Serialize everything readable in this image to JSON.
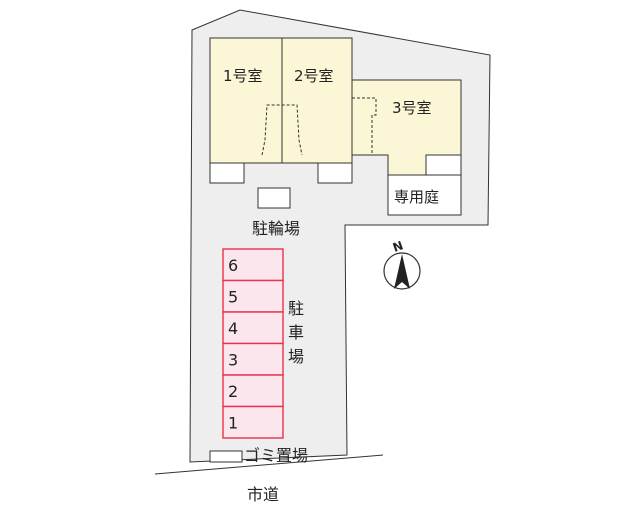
{
  "units": [
    {
      "label": "1号室"
    },
    {
      "label": "2号室"
    },
    {
      "label": "3号室"
    }
  ],
  "private_garden": "専用庭",
  "bicycle_parking": "駐輪場",
  "car_parking": {
    "label": "駐車場",
    "spaces": [
      "6",
      "5",
      "4",
      "3",
      "2",
      "1"
    ]
  },
  "garbage_area": "ゴミ置場",
  "city_road": "市道",
  "compass": {
    "north_label": "N",
    "icon": "north-arrow-icon"
  },
  "colors": {
    "unit_fill": "#fbf7d6",
    "ground_fill": "#eeeeee",
    "parking_fill": "#fbe6ee",
    "parking_border": "#e8334a"
  }
}
